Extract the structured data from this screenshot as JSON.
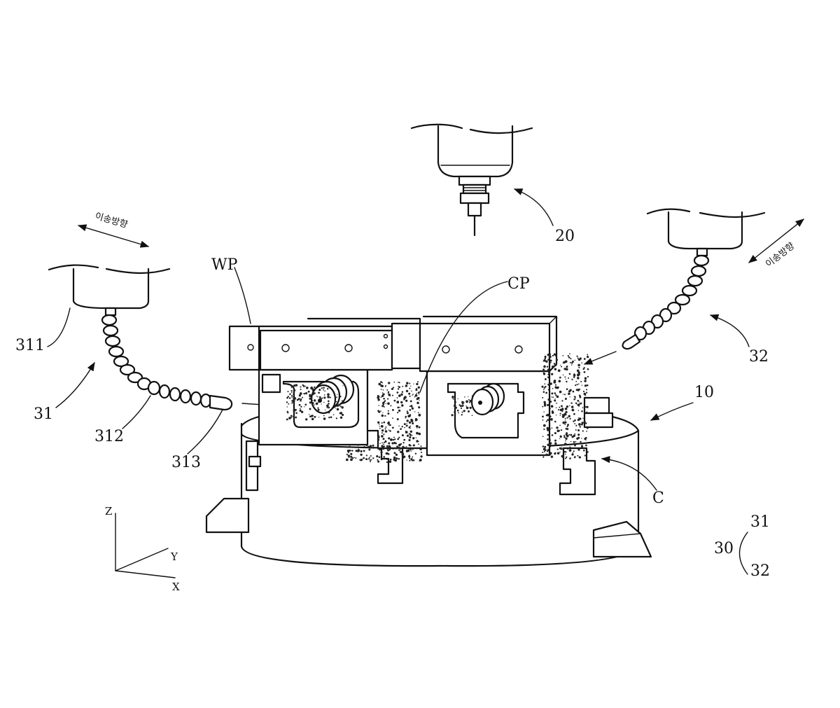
{
  "labels": {
    "spindle": "20",
    "table": "10",
    "workpiece": "WP",
    "chip_pocket": "CP",
    "chips": "C",
    "nozzle_left": "31",
    "nozzle_left_body": "311",
    "nozzle_left_hose": "312",
    "nozzle_left_tip": "313",
    "nozzle_right": "32",
    "system": "30",
    "system_sub_1": "31",
    "system_sub_2": "32"
  },
  "direction_labels": {
    "left": "이송방향",
    "right": "이송방향"
  },
  "axes": {
    "z": "Z",
    "y": "Y",
    "x": "X"
  },
  "colors": {
    "line": "#111111",
    "background": "#ffffff"
  }
}
